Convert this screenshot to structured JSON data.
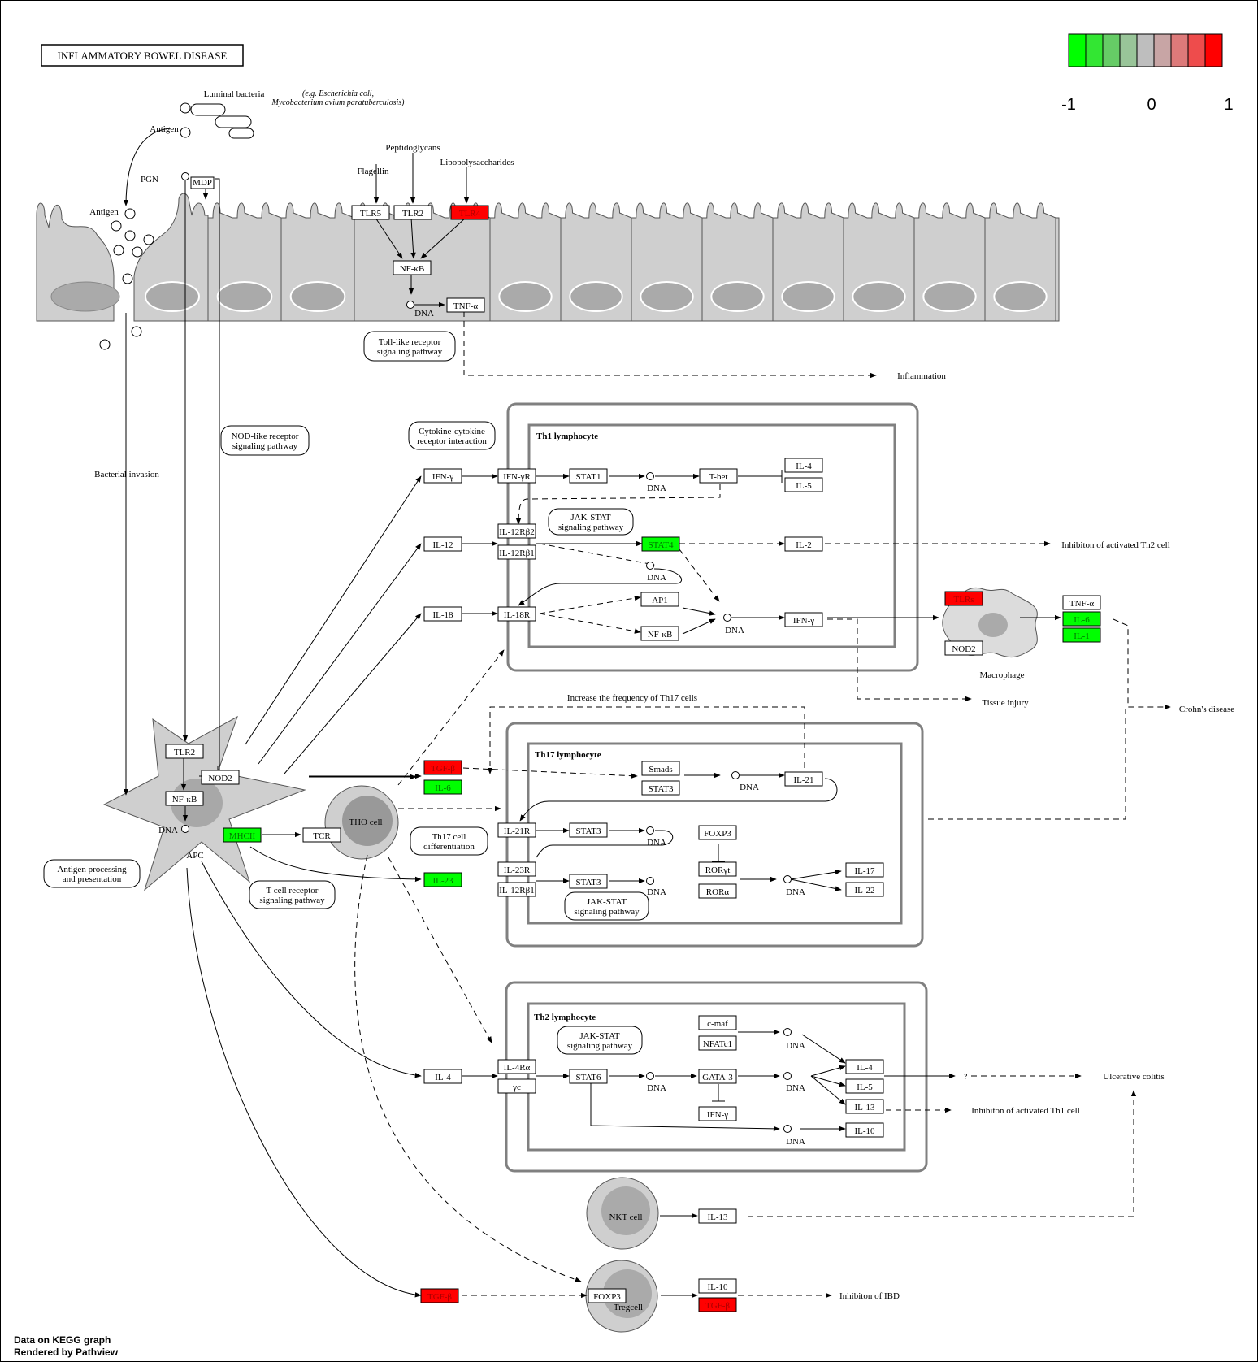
{
  "title": "INFLAMMATORY BOWEL DISEASE",
  "legend": {
    "colors": [
      "#00ff00",
      "#33e633",
      "#66cc66",
      "#99c599",
      "#bebebe",
      "#c8a5a5",
      "#dd7a7a",
      "#ee4c4c",
      "#ff0000"
    ],
    "min": "-1",
    "mid": "0",
    "max": "1"
  },
  "footer": {
    "line1": "Data on KEGG graph",
    "line2": "Rendered by Pathview"
  },
  "labels": {
    "luminal_bacteria": "Luminal bacteria",
    "ecoli_1": "(e.g. Escherichia coli,",
    "ecoli_2": "Mycobacterium avium paratuberculosis)",
    "antigen_top": "Antigen",
    "antigen_left": "Antigen",
    "pgn": "PGN",
    "peptidoglycans": "Peptidoglycans",
    "flagellin": "Flagellin",
    "lipopolysaccharides": "Lipopolysaccharides",
    "dna": "DNA",
    "inflammation": "Inflammation",
    "bacterial_invasion": "Bacterial invasion",
    "apc": "APC",
    "th0": "THO cell",
    "macrophage": "Macrophage",
    "tissue_injury": "Tissue injury",
    "crohns": "Crohn's disease",
    "inhib_th2": "Inhibiton of activated Th2 cell",
    "increase_th17": "Increase the frequency of Th17 cells",
    "question": "?",
    "ulcerative": "Ulcerative colitis",
    "inhib_th1": "Inhibiton of activated Th1 cell",
    "nkt": "NKT cell",
    "treg": "Tregcell",
    "inhib_ibd": "Inhibiton of IBD",
    "th1": "Th1 lymphocyte",
    "th17": "Th17 lymphocyte",
    "th2": "Th2 lymphocyte"
  },
  "pathways": {
    "tlr_1": "Toll-like receptor",
    "tlr_2": "signaling pathway",
    "nod_1": "NOD-like receptor",
    "nod_2": "signaling pathway",
    "cyto_1": "Cytokine-cytokine",
    "cyto_2": "receptor interaction",
    "jak1_1": "JAK-STAT",
    "jak1_2": "signaling pathway",
    "th17d_1": "Th17 cell",
    "th17d_2": "differentiation",
    "jak2_1": "JAK-STAT",
    "jak2_2": "signaling pathway",
    "jak3_1": "JAK-STAT",
    "jak3_2": "signaling pathway",
    "ag_1": "Antigen processing",
    "ag_2": "and presentation",
    "tcr_1": "T cell receptor",
    "tcr_2": "signaling pathway"
  },
  "genes": {
    "mdp": "MDP",
    "tlr5": "TLR5",
    "tlr2_top": "TLR2",
    "tlr4": "TLR4",
    "nfkb_top": "NF-κB",
    "tnfa_top": "TNF-α",
    "tlr2_apc": "TLR2",
    "nod2_apc": "NOD2",
    "nfkb_apc": "NF-κB",
    "mhcii": "MHCII",
    "tcr": "TCR",
    "ifng1": "IFN-γ",
    "ifngr": "IFN-γR",
    "stat1": "STAT1",
    "tbet": "T-bet",
    "il4_th1": "IL-4",
    "il5_th1": "IL-5",
    "il12": "IL-12",
    "il12rb2": "IL-12Rβ2",
    "il12rb1_th1": "IL-12Rβ1",
    "stat4": "STAT4",
    "il2": "IL-2",
    "il18": "IL-18",
    "il18r": "IL-18R",
    "ap1": "AP1",
    "nfkb_th1": "NF-κB",
    "ifng2": "IFN-γ",
    "tlrs": "TLRs",
    "nod2_mac": "NOD2",
    "tnfa_mac": "TNF-α",
    "il6_mac": "IL-6",
    "il1": "IL-1",
    "tgfb_1": "TGF-β",
    "il6_2": "IL-6",
    "smads": "Smads",
    "stat3_a": "STAT3",
    "il21": "IL-21",
    "il21r": "IL-21R",
    "stat3_b": "STAT3",
    "foxp3_th17": "FOXP3",
    "rorgt": "RORγt",
    "rora": "RORα",
    "il23": "IL-23",
    "il23r": "IL-23R",
    "il12rb1_th17": "IL-12Rβ1",
    "stat3_c": "STAT3",
    "il17": "IL-17",
    "il22": "IL-22",
    "il4_apc": "IL-4",
    "il4ra": "IL-4Rα",
    "yc": "γc",
    "stat6": "STAT6",
    "cmaf": "c-maf",
    "nfatc1": "NFATc1",
    "gata3": "GATA-3",
    "ifng_th2": "IFN-γ",
    "il4_th2": "IL-4",
    "il5_th2": "IL-5",
    "il13_th2": "IL-13",
    "il10_th2": "IL-10",
    "il13_nkt": "IL-13",
    "tgfb_2": "TGF-β",
    "foxp3_treg": "FOXP3",
    "il10_treg": "IL-10",
    "tgfb_3": "TGF-β"
  },
  "gene_colors": {
    "up": "#ff0000",
    "down": "#00ff00",
    "none": "#ffffff"
  }
}
